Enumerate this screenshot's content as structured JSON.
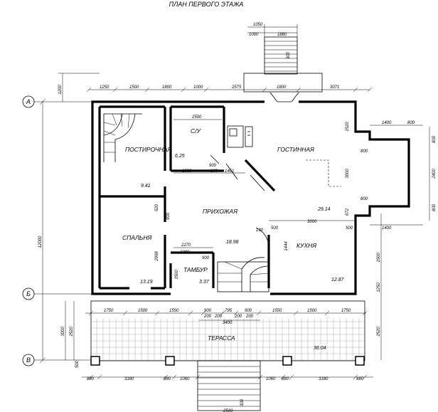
{
  "title": "ПЛАН ПЕРВОГО ЭТАЖА",
  "axes": {
    "a": "А",
    "b": "Б",
    "v": "В"
  },
  "rooms": {
    "pantry": "ПОСТИРОЧНАЯ",
    "wc": "С/У",
    "living": "ГОСТИННАЯ",
    "hall": "ПРИХОЖАЯ",
    "bedroom": "СПАЛЬНЯ",
    "kitchen": "КУХНЯ",
    "vestibule": "ТАМБУР",
    "terrace": "ТЕРАССА"
  },
  "areas": {
    "wc": "6.25",
    "pantry": "9.41",
    "hall": "18.98",
    "living": "29.14",
    "bedroom": "13.19",
    "vestibule": "3.37",
    "kitchen": "12.87",
    "terrace": "36.04"
  },
  "dims": {
    "stair_1050": "1050",
    "stair_1000": "1000",
    "stair_1880": "1880",
    "stair_300": "300",
    "top_1250": "1250",
    "top_1500": "1500",
    "top_1800a": "1800",
    "top_1000": "1000",
    "top_2575": "2575",
    "top_1800b": "1800",
    "top_3071": "3071",
    "left_1200": "1200",
    "left_12000": "12000",
    "wc_2500": "2500",
    "hall_1500": "1500",
    "hall_900a": "900",
    "hall_100": "100",
    "hall_1461": "1461",
    "hall_520": "520",
    "hall_900b": "900",
    "hall_2270": "2270",
    "hall_1200": "1200",
    "hall_900c": "900",
    "hall_2998": "2998",
    "hall_1500v": "1500",
    "kit_3000": "3000",
    "kit_500": "500",
    "kit_1444": "1444",
    "kit_130": "130",
    "liv_1520": "1520",
    "liv_3000": "3000",
    "liv_672": "672",
    "bay_1400a": "1400",
    "bay_800a": "800",
    "bay_800b": "800",
    "bay_800c": "800",
    "bay_2400": "2400",
    "bay_800d": "800",
    "bay_1400b": "1400",
    "bay_800e": "800",
    "right_1500": "1500",
    "right_1250": "1250",
    "right_2520": "2520",
    "bot_1750a": "1750",
    "bot_1500a": "1500",
    "bot_1550a": "1550",
    "bot_900a": "900",
    "bot_795": "795",
    "bot_900b": "900",
    "bot_200a": "200",
    "bot_200b": "200",
    "bot_200c": "200",
    "bot_200d": "200",
    "bot_3400": "3400",
    "bot_1550b": "1550",
    "bot_1500b": "1500",
    "bot_1750b": "1750",
    "ter_3000": "3000",
    "ter_2520": "2520",
    "ter_500": "500",
    "base_880a": "880",
    "base_3180a": "3180",
    "base_880b": "880",
    "base_1060a": "1060",
    "base_1060b": "1060",
    "base_880c": "880",
    "base_3180b": "3180",
    "base_880d": "880",
    "base_300": "300",
    "base_2500": "2500"
  }
}
